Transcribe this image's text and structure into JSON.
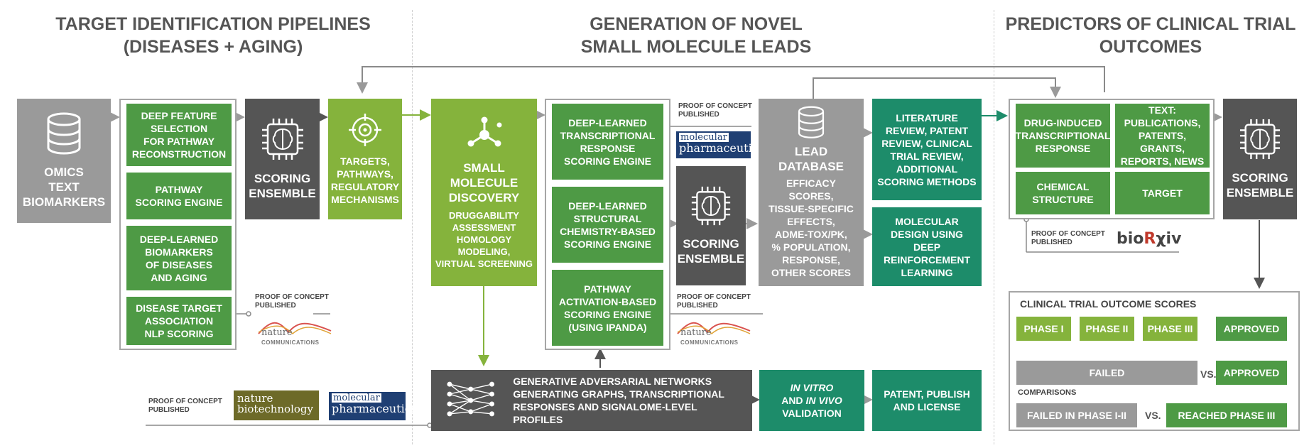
{
  "headers": {
    "target_line1": "TARGET IDENTIFICATION PIPELINES",
    "target_line2": "(DISEASES + AGING)",
    "gen_line1": "GENERATION OF NOVEL",
    "gen_line2": "SMALL MOLECULE LEADS",
    "pred_line1": "PREDICTORS OF CLINICAL TRIAL",
    "pred_line2": "OUTCOMES"
  },
  "omics": {
    "line1": "OMICS",
    "line2": "TEXT",
    "line3": "BIOMARKERS",
    "icon": "database-icon"
  },
  "pipeline": {
    "b1": [
      "DEEP FEATURE",
      "SELECTION",
      "FOR PATHWAY",
      "RECONSTRUCTION"
    ],
    "b2": [
      "PATHWAY",
      "SCORING ENGINE"
    ],
    "b3": [
      "DEEP-LEARNED",
      "BIOMARKERS",
      "OF DISEASES",
      "AND AGING"
    ],
    "b4": [
      "DISEASE TARGET",
      "ASSOCIATION",
      "NLP SCORING"
    ]
  },
  "scoring1": {
    "line1": "SCORING",
    "line2": "ENSEMBLE",
    "icon": "brain-chip-icon"
  },
  "targets": {
    "lines": [
      "TARGETS,",
      "PATHWAYS,",
      "REGULATORY",
      "MECHANISMS"
    ],
    "icon": "target-crosshair-icon"
  },
  "smd": {
    "title": [
      "SMALL",
      "MOLECULE",
      "DISCOVERY"
    ],
    "sub": [
      "DRUGGABILITY",
      "ASSESSMENT",
      "HOMOLOGY",
      "MODELING,",
      "VIRTUAL SCREENING"
    ],
    "icon": "molecule-network-icon"
  },
  "engines": {
    "e1": [
      "DEEP-LEARNED",
      "TRANSCRIPTIONAL",
      "RESPONSE",
      "SCORING ENGINE"
    ],
    "e2": [
      "DEEP-LEARNED",
      "STRUCTURAL",
      "CHEMISTRY-BASED",
      "SCORING ENGINE"
    ],
    "e3": [
      "PATHWAY",
      "ACTIVATION-BASED",
      "SCORING ENGINE",
      "(USING IPANDA)"
    ]
  },
  "scoring2": {
    "line1": "SCORING",
    "line2": "ENSEMBLE",
    "icon": "brain-chip-icon"
  },
  "lead": {
    "title": [
      "LEAD",
      "DATABASE"
    ],
    "sub": [
      "EFFICACY SCORES,",
      "TISSUE-SPECIFIC",
      "EFFECTS,",
      "ADME-TOX/PK,",
      "% POPULATION,",
      "RESPONSE,",
      "OTHER SCORES"
    ],
    "icon": "database-icon"
  },
  "lit": [
    "LITERATURE",
    "REVIEW, PATENT",
    "REVIEW, CLINICAL",
    "TRIAL REVIEW,",
    "ADDITIONAL",
    "SCORING METHODS"
  ],
  "moldesign": [
    "MOLECULAR",
    "DESIGN USING DEEP",
    "REINFORCEMENT",
    "LEARNING"
  ],
  "gan": {
    "lines": [
      "GENERATIVE ADVERSARIAL NETWORKS",
      "GENERATING GRAPHS, TRANSCRIPTIONAL",
      "RESPONSES AND SIGNALOME-LEVEL PROFILES"
    ],
    "icon": "neural-network-icon"
  },
  "invitro": {
    "l1": "IN VITRO",
    "l2a": "AND ",
    "l2b": "IN VIVO",
    "l3": "VALIDATION"
  },
  "patent": [
    "PATENT, PUBLISH",
    "AND LICENSE"
  ],
  "pred": {
    "drug": [
      "DRUG-INDUCED",
      "TRANSCRIPTIONAL",
      "RESPONSE"
    ],
    "text": [
      "TEXT:",
      "PUBLICATIONS,",
      "PATENTS, GRANTS,",
      "REPORTS, NEWS"
    ],
    "chem": [
      "CHEMICAL",
      "STRUCTURE"
    ],
    "target": "TARGET"
  },
  "scoring3": {
    "line1": "SCORING",
    "line2": "ENSEMBLE",
    "icon": "brain-chip-icon"
  },
  "poc": {
    "l1": "PROOF OF CONCEPT",
    "l2": "PUBLISHED"
  },
  "journals": {
    "nature": "nature",
    "communications": "COMMUNICATIONS",
    "molpharm1": "molecular",
    "molpharm2": "pharmaceutics",
    "natbio1": "nature",
    "natbio2": "biotechnology",
    "biorxiv_a": "bio",
    "biorxiv_b": "R",
    "biorxiv_c": "χiv"
  },
  "clinical": {
    "title": "CLINICAL TRIAL OUTCOME SCORES",
    "phase1": "PHASE I",
    "phase2": "PHASE II",
    "phase3": "PHASE III",
    "approved": "APPROVED",
    "failed": "FAILED",
    "vs": "VS.",
    "approved2": "APPROVED",
    "comparisons": "COMPARISONS",
    "failed12": "FAILED IN PHASE I-II",
    "vs2": "VS.",
    "reached3": "REACHED PHASE III"
  },
  "colors": {
    "green": "#4e9a45",
    "light_green": "#85b33c",
    "teal": "#1d8c6a",
    "gray": "#9a9a9a",
    "dark_gray": "#555555",
    "journal_blue": "#1f3f73",
    "journal_olive": "#6d6a28"
  }
}
